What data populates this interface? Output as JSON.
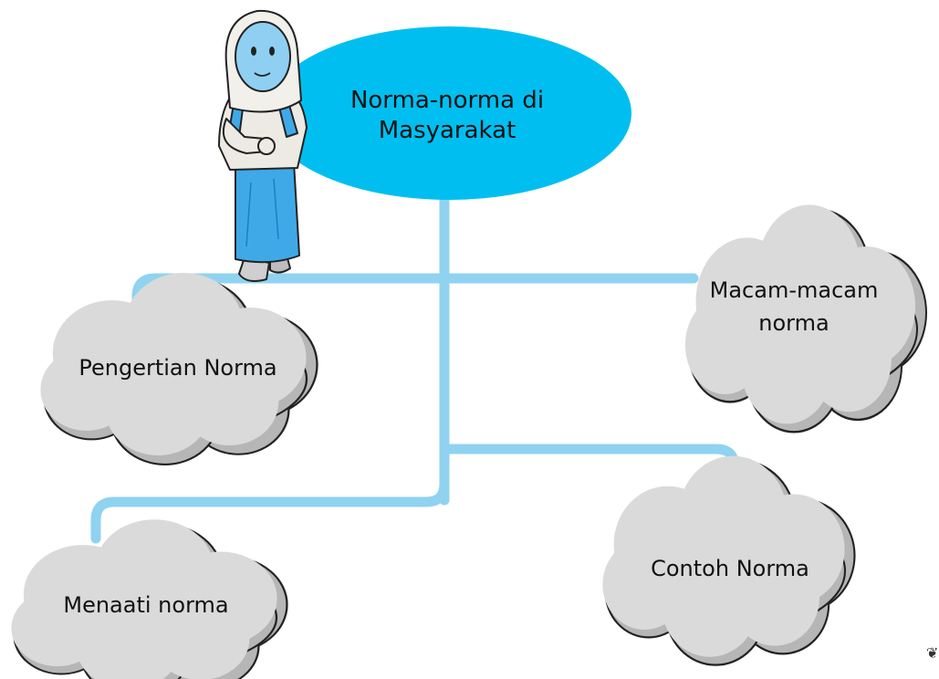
{
  "diagram": {
    "central": {
      "line1": "Norma-norma di",
      "line2": "Masyarakat"
    },
    "nodes": {
      "pengertian": "Pengertian Norma",
      "macam_line1": "Macam-macam",
      "macam_line2": "norma",
      "contoh": "Contoh Norma",
      "menaati": "Menaati norma"
    }
  },
  "colors": {
    "central_fill": "#00bff0",
    "connector": "#8fd3f0",
    "cloud_fill": "#dadada",
    "cloud_shadow": "#b6b6b6",
    "cloud_stroke": "#222222",
    "uniform_blue": "#3fa9e8",
    "hijab": "#f2f0ea"
  },
  "icons": {
    "character": "student-girl-hijab-illustration",
    "corner": "decorative-flourish-icon"
  }
}
